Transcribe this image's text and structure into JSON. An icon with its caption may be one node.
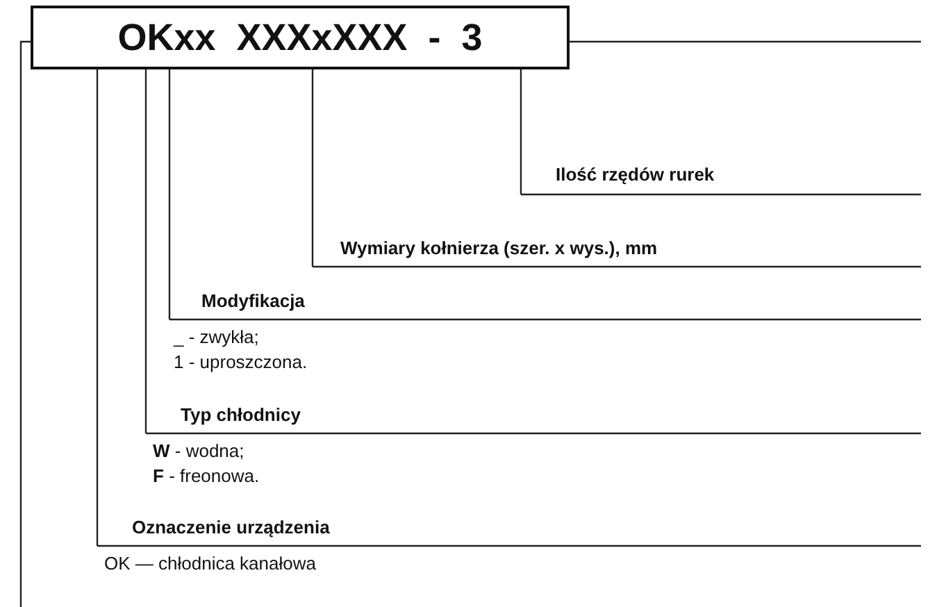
{
  "diagram": {
    "nodes": [
      {
        "text": [
          "OKxx  XXXxXXX  -  3"
        ]
      },
      {
        "text": [
          "Ilość rzędów rurek"
        ]
      },
      {
        "text": [
          "Wymiary kołnierza (szer. x wys.), mm"
        ]
      },
      {
        "text": [
          "Modyfikacja",
          "_ - zwykła;",
          "1 - uproszczona."
        ]
      },
      {
        "text": [
          "Typ chłodnicy",
          "**W** - wodna;",
          "**F** - freonowa."
        ]
      },
      {
        "text": [
          "Oznaczenie urządzenia",
          "OK — chłodnica kanałowa"
        ]
      }
    ],
    "edges": [
      {
        "from": 0,
        "to": 5,
        "arrow": "none"
      },
      {
        "from": 0,
        "to": 4,
        "arrow": "none"
      },
      {
        "from": 0,
        "to": 3,
        "arrow": "none"
      },
      {
        "from": 0,
        "to": 2,
        "arrow": "none"
      },
      {
        "from": 0,
        "to": 1,
        "arrow": "none"
      }
    ]
  }
}
